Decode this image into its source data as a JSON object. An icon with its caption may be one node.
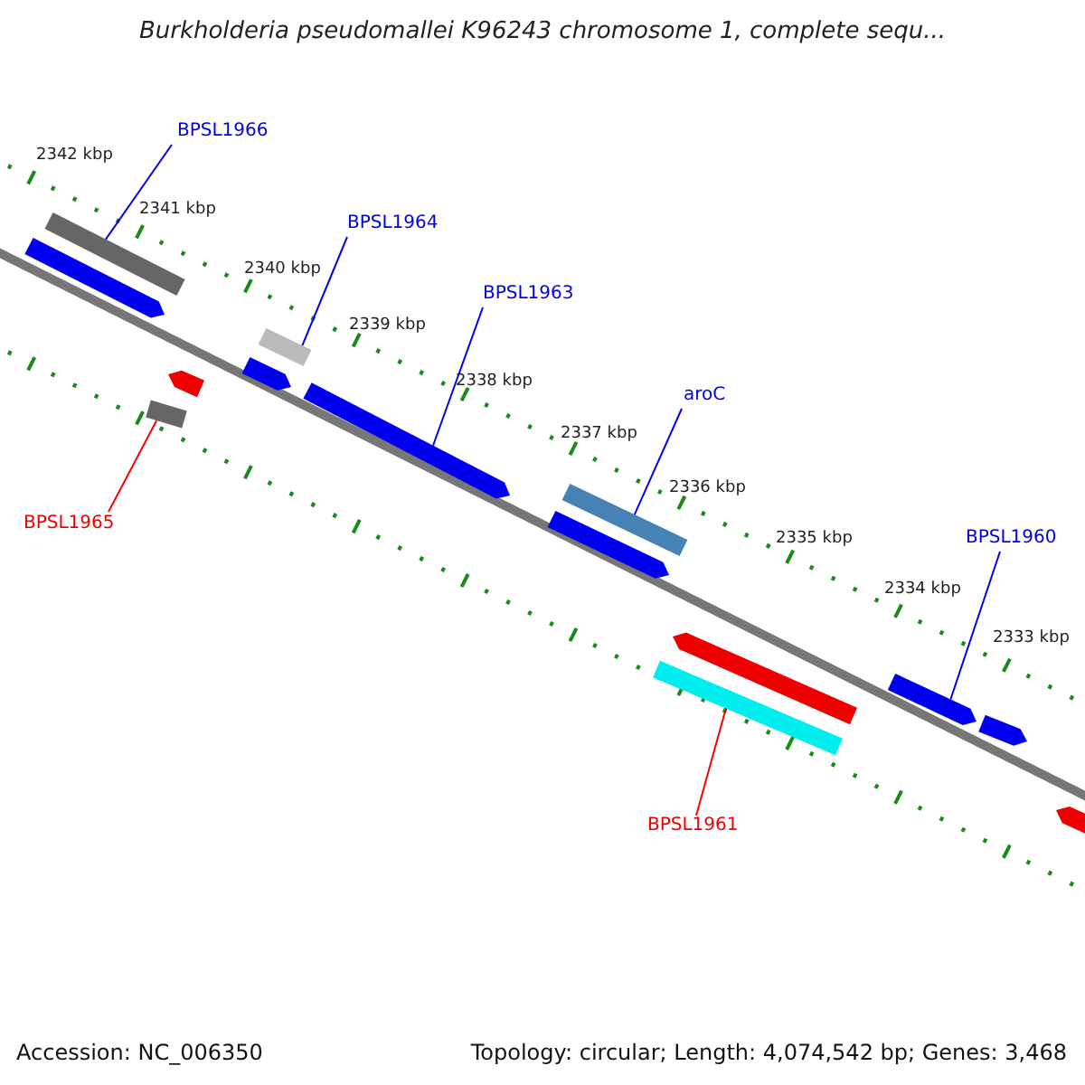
{
  "diagram": {
    "title": "Burkholderia pseudomallei K96243 chromosome 1, complete sequ...",
    "nodes": [
      {
        "text": [
          "BPSL1966"
        ]
      },
      {
        "text": [],
        "shape": "bar"
      },
      {
        "text": [
          "BPSL1964"
        ]
      },
      {
        "text": [],
        "shape": "bar"
      },
      {
        "text": [
          "BPSL1963"
        ]
      },
      {
        "text": [],
        "shape": "bar"
      },
      {
        "text": [
          "aroC"
        ]
      },
      {
        "text": [],
        "shape": "bar"
      },
      {
        "text": [
          "BPSL1960"
        ]
      },
      {
        "text": [],
        "shape": "bar"
      },
      {
        "text": [
          "BPSL1965"
        ]
      },
      {
        "text": [],
        "shape": "bar"
      },
      {
        "text": [
          "BPSL1961"
        ]
      },
      {
        "text": [],
        "shape": "bar"
      },
      {
        "text": [],
        "shape": "bar"
      },
      {
        "text": [],
        "shape": "bar"
      },
      {
        "text": [],
        "shape": "bar"
      },
      {
        "text": [],
        "shape": "bar"
      },
      {
        "text": [],
        "shape": "bar"
      },
      {
        "text": [],
        "shape": "bar"
      },
      {
        "text": [],
        "shape": "bar"
      }
    ],
    "edges": [
      {
        "from": 0,
        "to": 1,
        "arrow": "none"
      },
      {
        "from": 2,
        "to": 3,
        "arrow": "none"
      },
      {
        "from": 4,
        "to": 5,
        "arrow": "none"
      },
      {
        "from": 6,
        "to": 7,
        "arrow": "none"
      },
      {
        "from": 8,
        "to": 9,
        "arrow": "none"
      },
      {
        "from": 10,
        "to": 11,
        "arrow": "none",
        "color": "#ff0000"
      },
      {
        "from": 12,
        "to": 13,
        "arrow": "none",
        "color": "#ff0000"
      }
    ],
    "labels": [
      "2342 kbp",
      "2341 kbp",
      "2340 kbp",
      "2339 kbp",
      "2338 kbp",
      "2337 kbp",
      "2336 kbp",
      "2335 kbp",
      "2334 kbp",
      "2333 kbp",
      "Accession: NC_006350",
      "Topology: circular; Length: 4,074,542 bp; Genes: 3,468"
    ]
  }
}
